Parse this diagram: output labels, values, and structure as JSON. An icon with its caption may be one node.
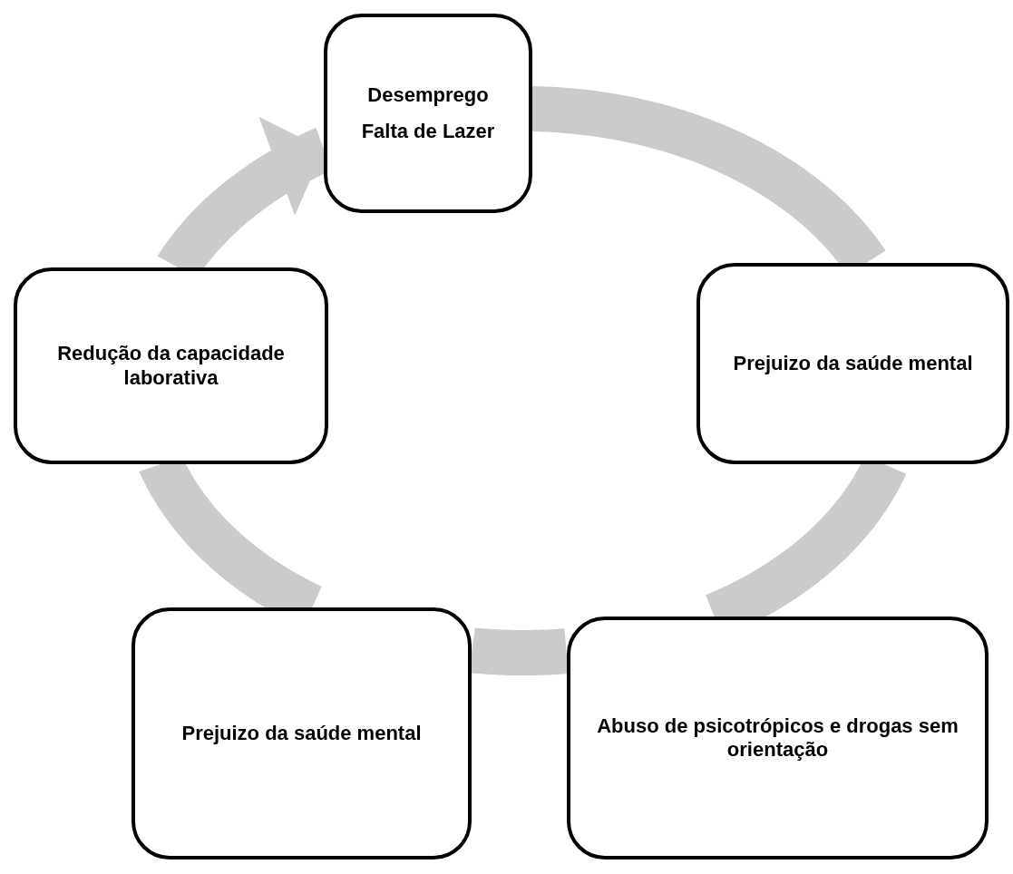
{
  "diagram": {
    "nodes": [
      {
        "text": [
          "Desemprego",
          "Falta de Lazer"
        ]
      },
      {
        "text": [
          "Prejuizo da saúde mental"
        ]
      },
      {
        "text": [
          "Abuso de psicotrópicos e drogas sem orientação"
        ]
      },
      {
        "text": [
          "Prejuizo da saúde mental"
        ]
      },
      {
        "text": [
          "Redução da capacidade laborativa"
        ]
      }
    ],
    "edges": [
      {
        "from": 0,
        "to": 1,
        "arrow": "none"
      },
      {
        "from": 1,
        "to": 2,
        "arrow": "none"
      },
      {
        "from": 2,
        "to": 3,
        "arrow": "none"
      },
      {
        "from": 3,
        "to": 4,
        "arrow": "none"
      },
      {
        "from": 4,
        "to": 0,
        "arrow": "to"
      }
    ]
  }
}
